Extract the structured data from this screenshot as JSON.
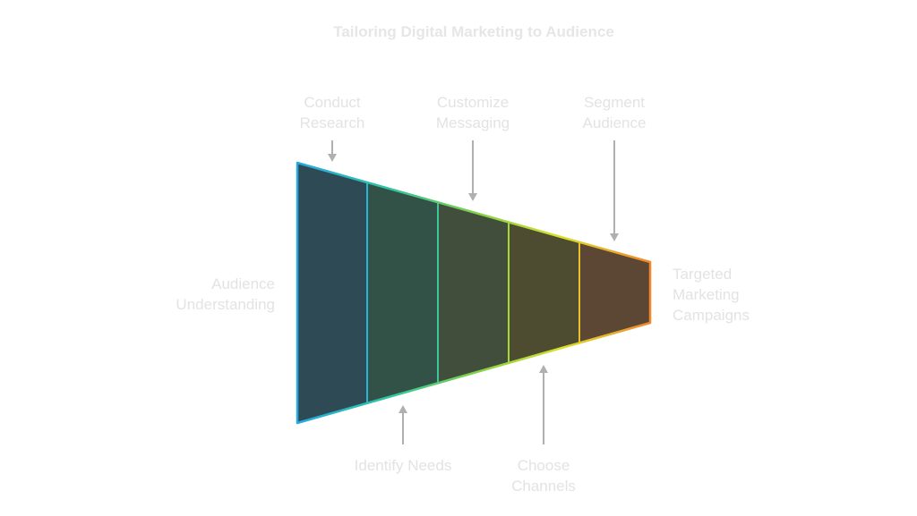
{
  "title": "Tailoring Digital Marketing to Audience",
  "input_label": [
    "Audience",
    "Understanding"
  ],
  "output_label": [
    "Targeted",
    "Marketing",
    "Campaigns"
  ],
  "stages": [
    {
      "top_label": [
        "Conduct",
        "Research"
      ],
      "color": "#2e4a55",
      "edge": "#27a9e1"
    },
    {
      "top_label": [],
      "bottom_label": [
        "Identify Needs"
      ],
      "color": "#325247",
      "edge": "#2ec4a4"
    },
    {
      "top_label": [
        "Customize",
        "Messaging"
      ],
      "color": "#414e3c",
      "edge": "#7fcf4a"
    },
    {
      "top_label": [],
      "bottom_label": [
        "Choose",
        "Channels"
      ],
      "color": "#4e4c30",
      "edge": "#c9df2f"
    },
    {
      "top_label": [
        "Segment",
        "Audience"
      ],
      "color": "#5b4734",
      "edge": "#f39a2b"
    }
  ],
  "colors": {
    "title": "#e6e6e6",
    "label": "#e3e3e3",
    "arrow": "#b0b0b0"
  }
}
